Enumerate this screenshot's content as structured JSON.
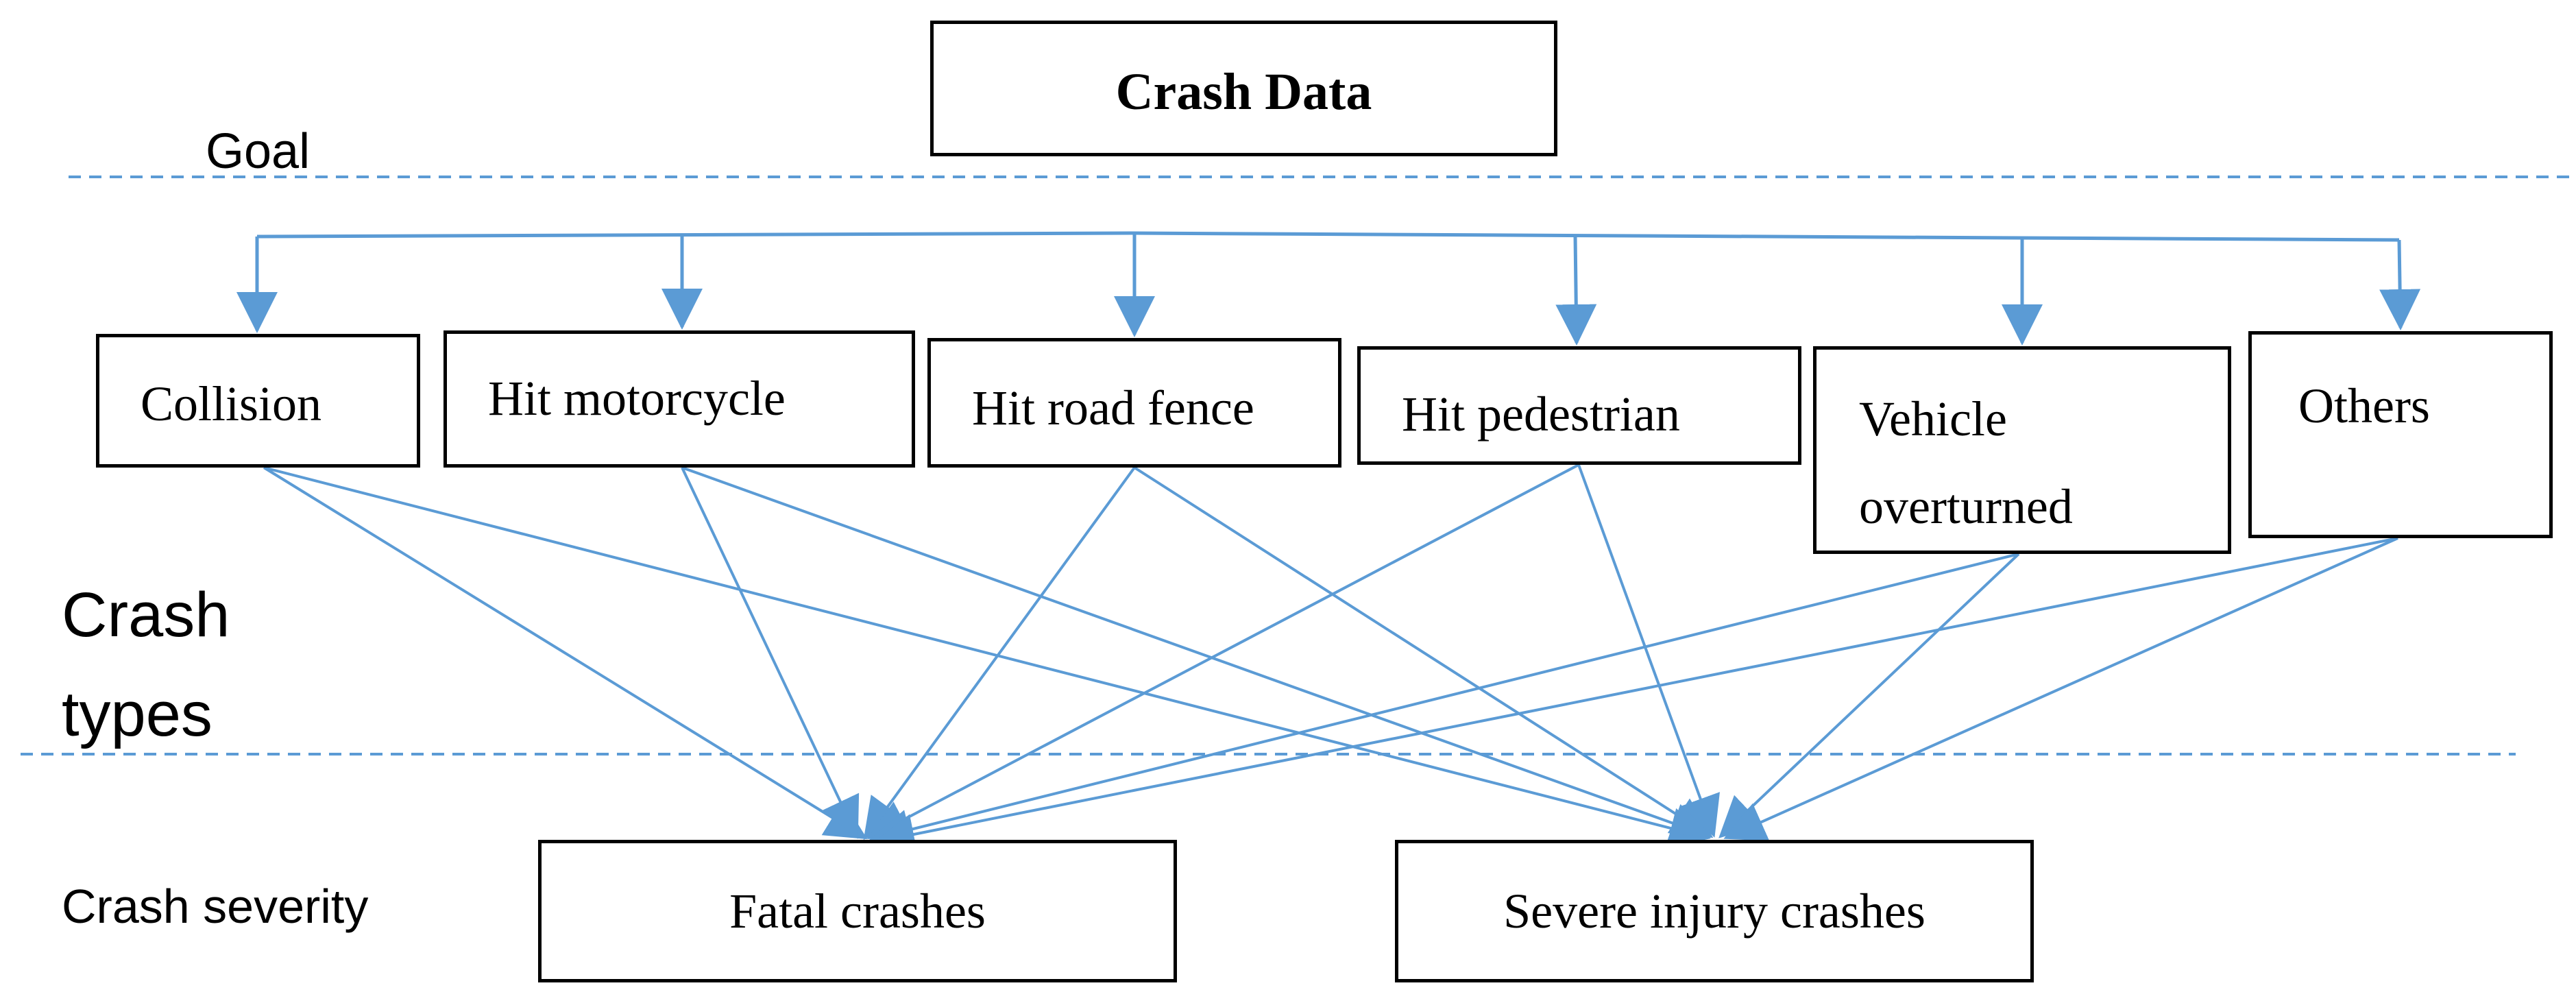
{
  "goal": {
    "title": "Crash Data",
    "level_label": "Goal"
  },
  "crash_types": {
    "level_label_line1": "Crash",
    "level_label_line2": "types",
    "items": [
      "Collision",
      "Hit motorcycle",
      "Hit road fence",
      "Hit pedestrian",
      "Vehicle overturned",
      "Others"
    ],
    "vehicle_overturned_line1": "Vehicle",
    "vehicle_overturned_line2": "overturned"
  },
  "crash_severity": {
    "level_label": "Crash severity",
    "items": [
      "Fatal crashes",
      "Severe injury crashes"
    ]
  },
  "colors": {
    "connector": "#5b9bd5",
    "divider": "#5b9bd5",
    "box_border": "#000000",
    "text": "#000000"
  }
}
